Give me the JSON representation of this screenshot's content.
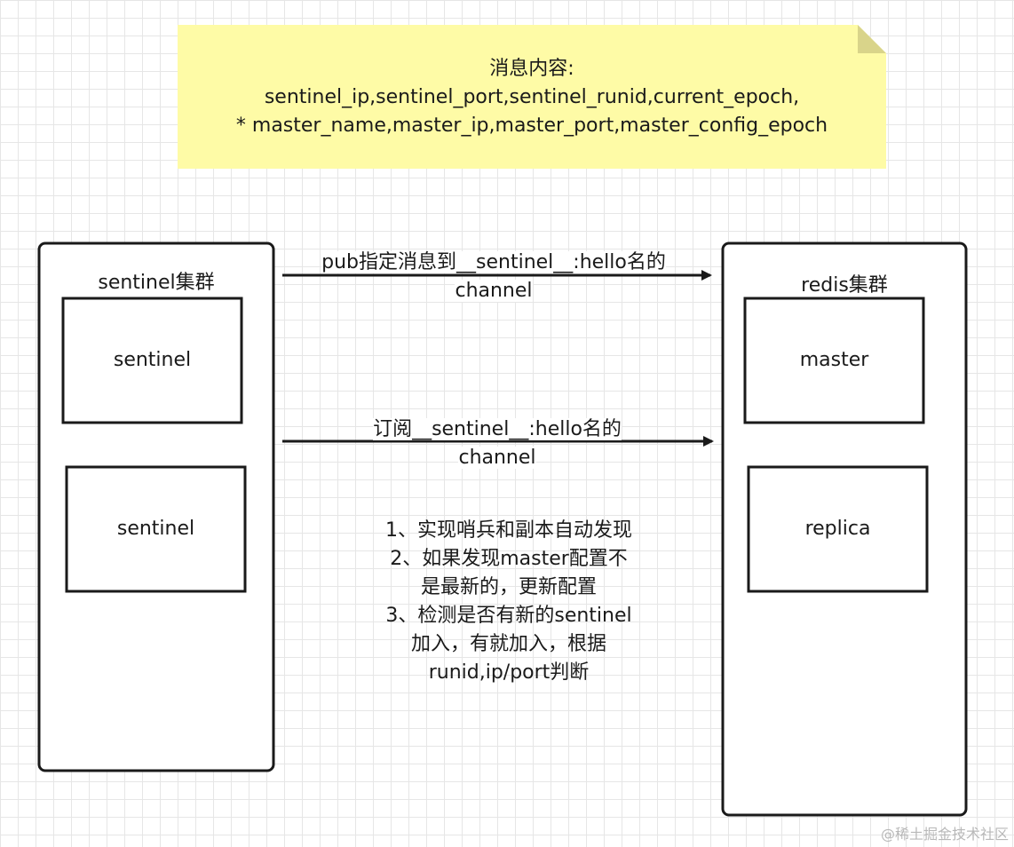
{
  "note": {
    "line1": "消息内容:",
    "line2": "sentinel_ip,sentinel_port,sentinel_runid,current_epoch,",
    "line3": "* master_name,master_ip,master_port,master_config_epoch"
  },
  "left_group": {
    "title": "sentinel集群",
    "nodes": [
      "sentinel",
      "sentinel"
    ]
  },
  "right_group": {
    "title": "redis集群",
    "nodes": [
      "master",
      "replica"
    ]
  },
  "arrows": {
    "publish": {
      "line1": "pub指定消息到__sentinel__:hello名的",
      "line2": "channel"
    },
    "subscribe": {
      "line1": "订阅__sentinel__:hello名的",
      "line2": "channel"
    }
  },
  "description": {
    "line1": "1、实现哨兵和副本自动发现",
    "line2": "2、如果发现master配置不",
    "line3": "是最新的，更新配置",
    "line4": "3、检测是否有新的sentinel",
    "line5": "加入，有就加入，根据",
    "line6": "runid,ip/port判断"
  },
  "watermark": "@稀土掘金技术社区",
  "colors": {
    "note_fill": "#fefba6",
    "note_fold": "#d9d48a",
    "stroke": "#1a1a1a"
  }
}
